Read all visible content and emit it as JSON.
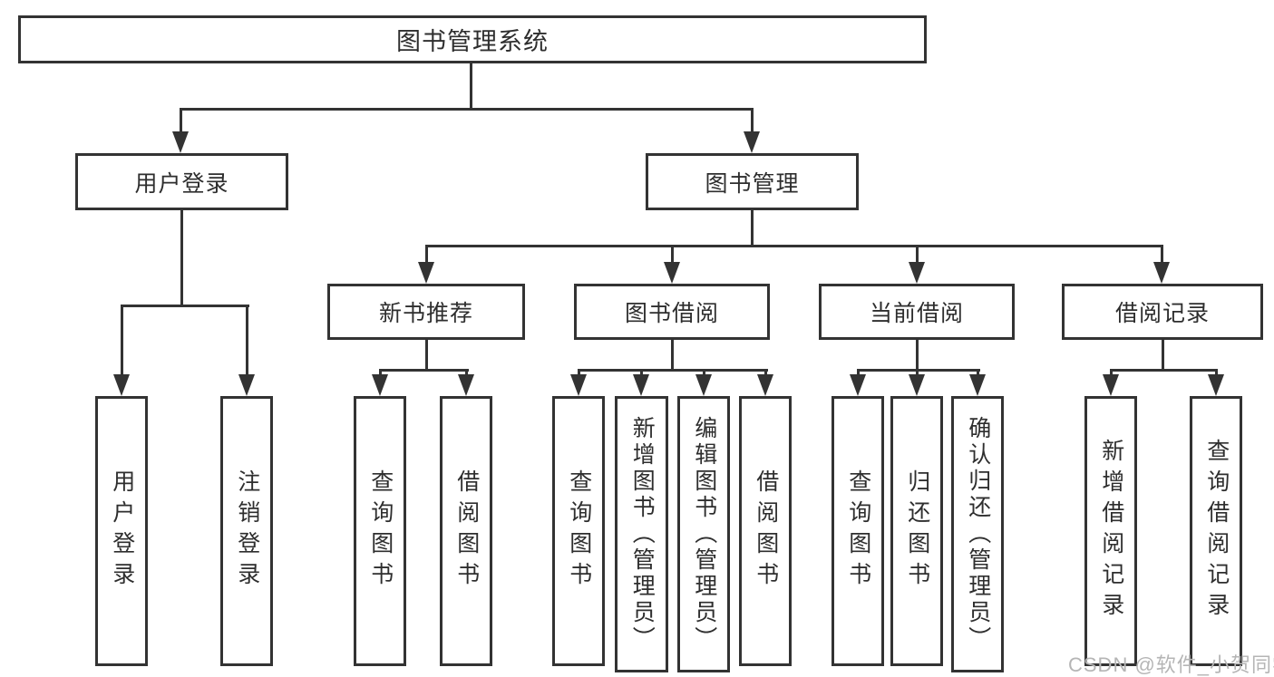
{
  "diagram_title": "图书管理系统",
  "colors": {
    "line": "#333333",
    "box_border": "#333333",
    "text": "#2e2e2e",
    "background": "#ffffff",
    "watermark": "#b5b5b5"
  },
  "nodes": {
    "root": {
      "label": "图书管理系统"
    },
    "level2": {
      "user_login": {
        "label": "用户登录"
      },
      "book_mgmt": {
        "label": "图书管理"
      }
    },
    "level3": {
      "new_book_rec": {
        "label": "新书推荐"
      },
      "book_borrow": {
        "label": "图书借阅"
      },
      "current_borrow": {
        "label": "当前借阅"
      },
      "borrow_records": {
        "label": "借阅记录"
      }
    },
    "leaves": {
      "user_login_leaf": {
        "label": "用户登录",
        "parent": "用户登录"
      },
      "logout": {
        "label": "注销登录",
        "parent": "用户登录"
      },
      "query_book_rec": {
        "label": "查询图书",
        "parent": "新书推荐"
      },
      "borrow_book_rec": {
        "label": "借阅图书",
        "parent": "新书推荐"
      },
      "query_book_borrow": {
        "label": "查询图书",
        "parent": "图书借阅"
      },
      "add_book_admin": {
        "label": "新增图书（管理员）",
        "parent": "图书借阅"
      },
      "edit_book_admin": {
        "label": "编辑图书（管理员）",
        "parent": "图书借阅"
      },
      "borrow_book": {
        "label": "借阅图书",
        "parent": "图书借阅"
      },
      "query_book_current": {
        "label": "查询图书",
        "parent": "当前借阅"
      },
      "return_book": {
        "label": "归还图书",
        "parent": "当前借阅"
      },
      "confirm_return_admin": {
        "label": "确认归还（管理员）",
        "parent": "当前借阅"
      },
      "add_borrow_record": {
        "label": "新增借阅记录",
        "parent": "借阅记录"
      },
      "query_borrow_record": {
        "label": "查询借阅记录",
        "parent": "借阅记录"
      }
    }
  },
  "watermark": {
    "text": "CSDN @软件_小贺同学"
  }
}
